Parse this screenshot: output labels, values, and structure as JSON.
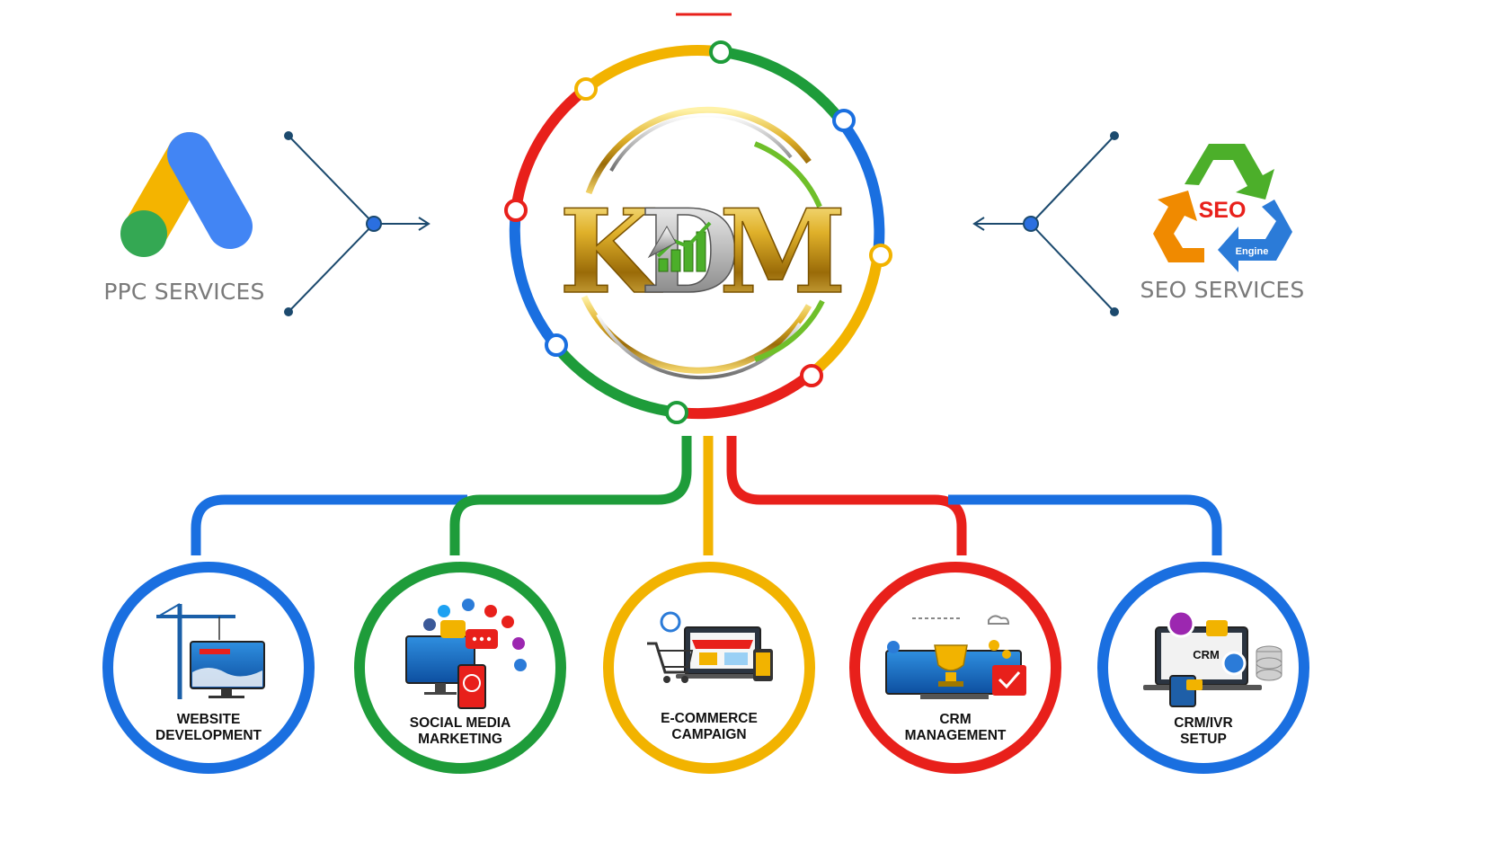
{
  "brand": {
    "logo_text": "KDM",
    "colors": {
      "gold": "#d4a017",
      "silver": "#c9c9c9",
      "green": "#4caf2a"
    }
  },
  "palette": {
    "red": "#e8201b",
    "yellow": "#f2b300",
    "green": "#1e9c3a",
    "blue": "#1a6fe0"
  },
  "left_service": {
    "label": "PPC SERVICES",
    "icon": "google-ads-icon"
  },
  "right_service": {
    "label": "SEO SERVICES",
    "icon": "seo-recycle-icon",
    "icon_text": "SEO",
    "icon_subtext": "Engine"
  },
  "services": [
    {
      "line1": "WEBSITE",
      "line2": "DEVELOPMENT",
      "color": "blue",
      "icon": "website-construction-icon"
    },
    {
      "line1": "SOCIAL MEDIA",
      "line2": "MARKETING",
      "color": "green",
      "icon": "social-media-icon"
    },
    {
      "line1": "E-COMMERCE",
      "line2": "CAMPAIGN",
      "color": "yellow",
      "icon": "ecommerce-cart-icon"
    },
    {
      "line1": "CRM",
      "line2": "MANAGEMENT",
      "color": "red",
      "icon": "crm-trophy-icon"
    },
    {
      "line1": "CRM/IVR",
      "line2": "SETUP",
      "color": "blue",
      "icon": "crm-ivr-icon"
    }
  ]
}
